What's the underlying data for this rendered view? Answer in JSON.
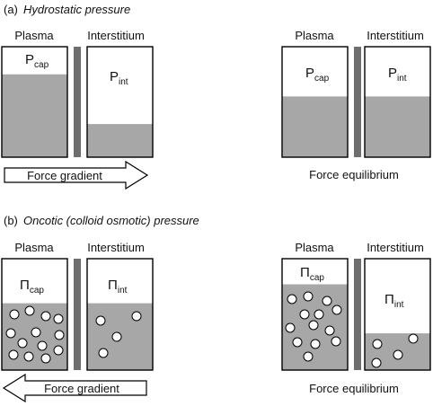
{
  "panel_a": {
    "letter": "(a)",
    "title": "Hydrostatic pressure",
    "left": {
      "plasma_label": "Plasma",
      "interstitium_label": "Interstitium",
      "plasma_symbol": "P",
      "plasma_sub": "cap",
      "int_symbol": "P",
      "int_sub": "int",
      "plasma_fill": 0.75,
      "int_fill": 0.3,
      "caption": "Force gradient",
      "arrow_direction": "right"
    },
    "right": {
      "plasma_label": "Plasma",
      "interstitium_label": "Interstitium",
      "plasma_symbol": "P",
      "plasma_sub": "cap",
      "int_symbol": "P",
      "int_sub": "int",
      "plasma_fill": 0.55,
      "int_fill": 0.55,
      "caption": "Force equilibrium"
    }
  },
  "panel_b": {
    "letter": "(b)",
    "title": "Oncotic (colloid osmotic) pressure",
    "left": {
      "plasma_label": "Plasma",
      "interstitium_label": "Interstitium",
      "plasma_symbol": "Π",
      "plasma_sub": "cap",
      "int_symbol": "Π",
      "int_sub": "int",
      "plasma_fill": 0.6,
      "int_fill": 0.6,
      "plasma_particles": 13,
      "int_particles": 4,
      "caption": "Force gradient",
      "arrow_direction": "left"
    },
    "right": {
      "plasma_label": "Plasma",
      "interstitium_label": "Interstitium",
      "plasma_symbol": "Π",
      "plasma_sub": "cap",
      "int_symbol": "Π",
      "int_sub": "int",
      "plasma_fill": 0.77,
      "int_fill": 0.33,
      "plasma_particles": 13,
      "int_particles": 4,
      "caption": "Force equilibrium"
    }
  },
  "colors": {
    "fluid": "#a7a7a7",
    "membrane": "#6e6e6e",
    "outline": "#000000",
    "particle": "#ffffff"
  }
}
